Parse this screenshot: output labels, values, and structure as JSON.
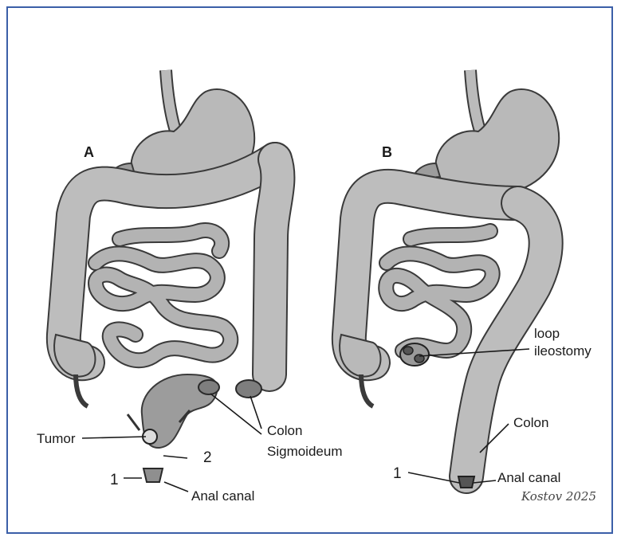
{
  "panels": {
    "a": {
      "letter": "A",
      "labels": {
        "tumor": "Tumor",
        "colon_sigmoideum_line1": "Colon",
        "colon_sigmoideum_line2": "Sigmoideum",
        "num_2": "2",
        "num_1": "1",
        "anal_canal": "Anal canal"
      }
    },
    "b": {
      "letter": "B",
      "labels": {
        "loop_line1": "loop",
        "loop_line2": "ileostomy",
        "colon": "Colon",
        "num_1": "1",
        "anal_canal": "Anal canal"
      }
    }
  },
  "signature": "Kostov 2025"
}
